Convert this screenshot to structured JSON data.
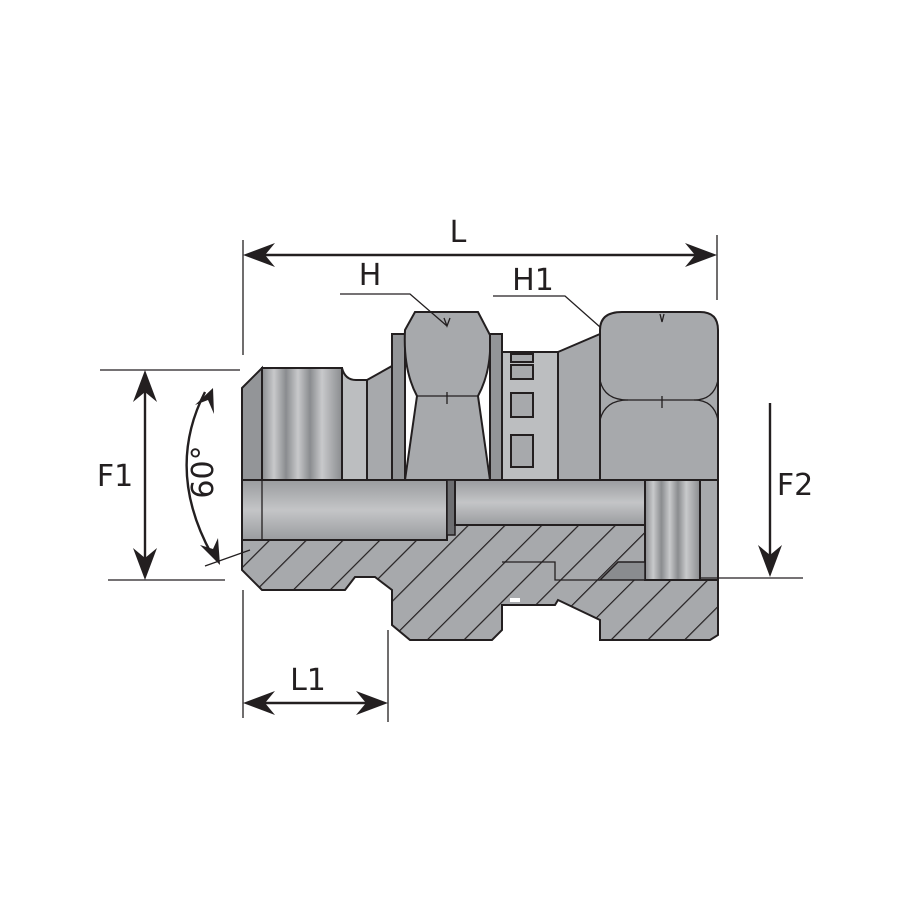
{
  "title": "Male to female swivel adapter dimension drawing",
  "labels": {
    "L": "L",
    "H": "H",
    "H1": "H1",
    "F1": "F1",
    "F2": "F2",
    "L1": "L1",
    "angle": "60°"
  },
  "colors": {
    "line": "#231f20",
    "metal": "#a7a9ac",
    "metal_dark": "#939598",
    "metal_light": "#bcbec0"
  }
}
